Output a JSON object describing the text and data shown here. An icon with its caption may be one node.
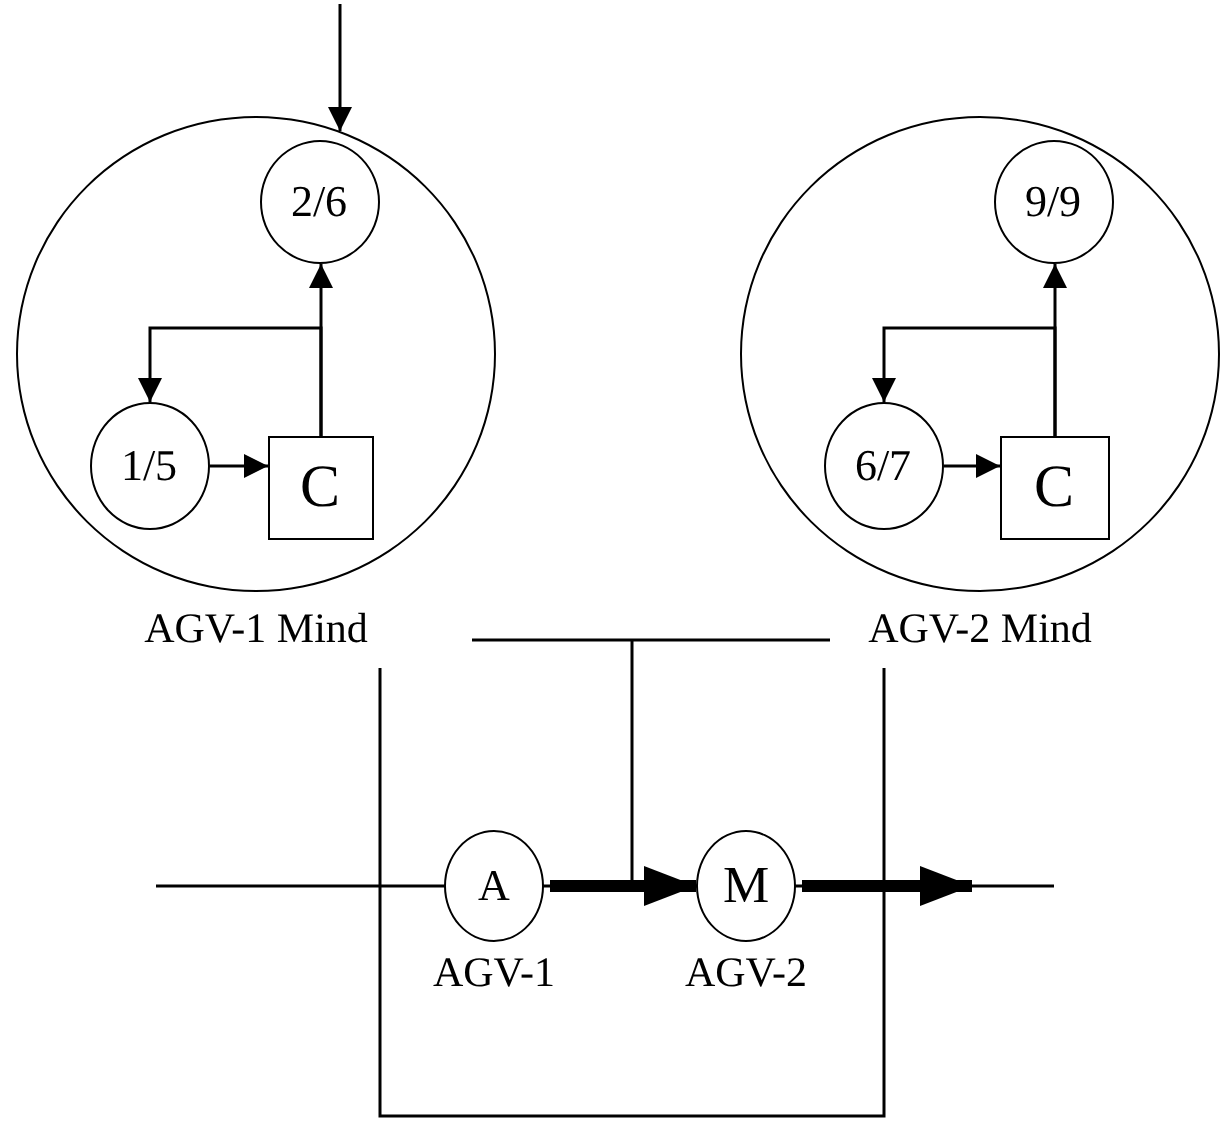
{
  "diagram": {
    "nodes": [
      {
        "text": [
          "AGV-1 Mind"
        ]
      },
      {
        "text": [
          "2/6"
        ],
        "in": 0
      },
      {
        "text": [
          "1/5"
        ],
        "in": 0
      },
      {
        "text": [
          "C"
        ],
        "in": 0
      },
      {
        "text": [
          "AGV-2 Mind"
        ]
      },
      {
        "text": [
          "9/9"
        ],
        "in": 4
      },
      {
        "text": [
          "6/7"
        ],
        "in": 4
      },
      {
        "text": [
          "C"
        ],
        "in": 4
      },
      {
        "text": [
          "A"
        ],
        "beside": [
          "AGV-1"
        ]
      },
      {
        "text": [
          "M"
        ],
        "beside": [
          "AGV-2"
        ]
      }
    ],
    "edges": [
      {
        "from": null,
        "to": 0,
        "arrow": "to"
      },
      {
        "from": 2,
        "to": 3,
        "arrow": "to"
      },
      {
        "from": 3,
        "to": 2,
        "arrow": "to"
      },
      {
        "from": 3,
        "to": 1,
        "arrow": "to"
      },
      {
        "from": 6,
        "to": 7,
        "arrow": "to"
      },
      {
        "from": 7,
        "to": 6,
        "arrow": "to"
      },
      {
        "from": 7,
        "to": 5,
        "arrow": "to"
      },
      {
        "from": 8,
        "to": 9,
        "arrow": "to",
        "style": "thick"
      },
      {
        "from": 9,
        "to": null,
        "arrow": "to",
        "style": "thick"
      },
      {
        "from": 0,
        "to": 4,
        "arrow": "none"
      }
    ]
  }
}
